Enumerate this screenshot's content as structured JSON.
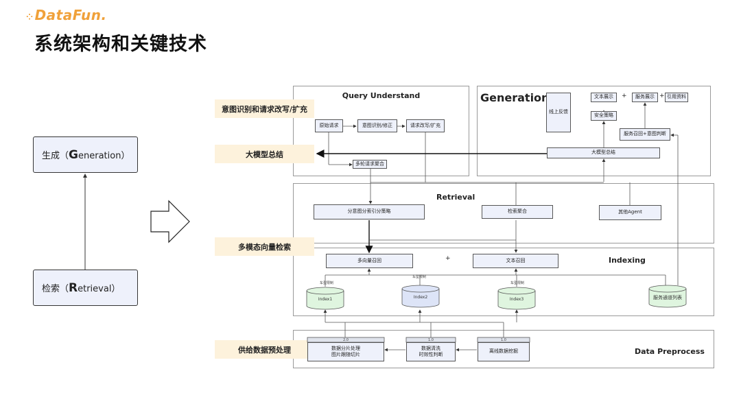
{
  "header": {
    "logo": "DataFun.",
    "title": "系统架构和关键技术"
  },
  "left": {
    "generation_prefix": "生成（",
    "generation_letter": "G",
    "generation_rest": "eneration）",
    "retrieval_prefix": "检索（",
    "retrieval_letter": "R",
    "retrieval_rest": "etrieval）"
  },
  "labels": {
    "query_rewrite": "意图识别和请求改写/扩充",
    "llm_summary": "大模型总结",
    "multimodal_retrieval": "多模态向量检索",
    "data_preprocess": "供给数据预处理"
  },
  "query_understand": {
    "title": "Query Understand",
    "raw_request": "原始请求",
    "intent_fix": "意图识别/修正",
    "rewrite": "请求改写/扩充",
    "multi_turn": "多轮请求聚合"
  },
  "generation": {
    "title": "Generation",
    "online_feedback": "线上反馈",
    "text_display": "文本展示",
    "plus1": "+",
    "service_display": "服务展示",
    "plus2": "+",
    "citation": "引用资料",
    "safety": "安全策略",
    "service_recall": "服务召回+意图判断",
    "llm_summary": "大模型总结"
  },
  "retrieval": {
    "title": "Retrieval",
    "split_strategy": "分意图分索引分策略",
    "retrieval_agg": "检索聚合",
    "other_agent": "其他Agent"
  },
  "indexing": {
    "title": "Indexing",
    "multi_vector": "多向量召回",
    "plus": "+",
    "text_recall": "文本召回",
    "index1": "Index1",
    "index2": "Index2",
    "index3": "Index3",
    "service_list": "服务通道列表",
    "tag1": "车型限制",
    "tag2": "车型限制",
    "tag3": "车型限制"
  },
  "preprocess": {
    "title": "Data Preprocess",
    "v1": "2.0",
    "slice_line1": "数据分片处理",
    "slice_line2": "图片跟随切片",
    "v2": "1.0",
    "clean_line1": "数据清洗",
    "clean_line2": "时效性判断",
    "v3": "1.0",
    "mining": "离线数据挖掘"
  }
}
